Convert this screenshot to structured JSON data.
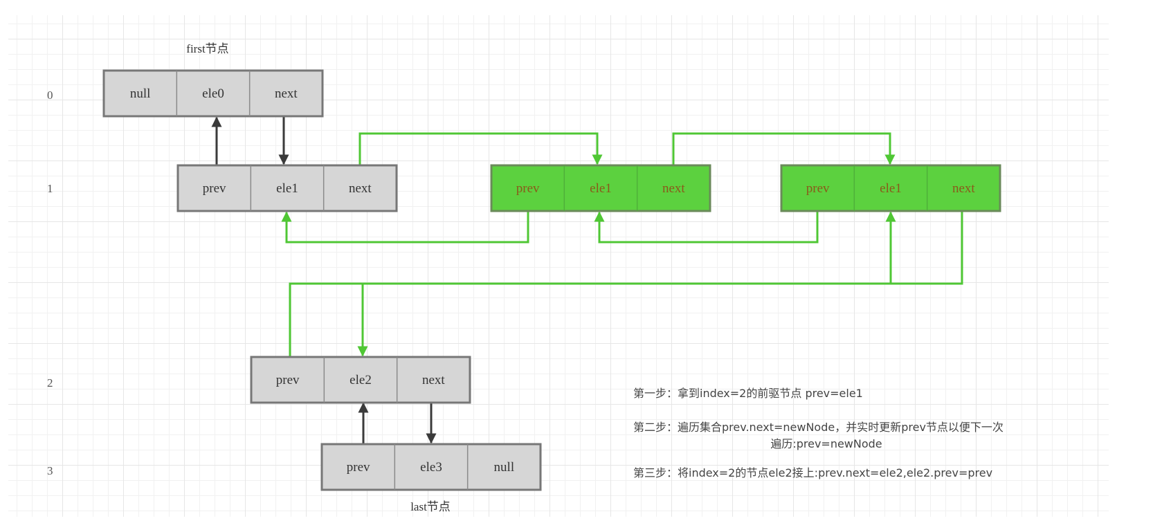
{
  "title": "LinkedList addAll(index) insertion diagram",
  "colors": {
    "node_fill": "#d6d6d6",
    "node_stroke": "#777777",
    "new_node_fill": "#5cd13f",
    "new_node_stroke": "#6a8a5a",
    "new_node_text": "#8a5a1a",
    "link_dark": "#3a3a3a",
    "link_green": "#4fc734"
  },
  "index_labels": [
    "0",
    "1",
    "2",
    "3"
  ],
  "node_labels": {
    "first": "first节点",
    "last": "last节点"
  },
  "nodes": [
    {
      "id": "node0",
      "kind": "existing",
      "cells": [
        "null",
        "ele0",
        "next"
      ]
    },
    {
      "id": "node1",
      "kind": "existing",
      "cells": [
        "prev",
        "ele1",
        "next"
      ]
    },
    {
      "id": "newA",
      "kind": "new",
      "cells": [
        "prev",
        "ele1",
        "next"
      ]
    },
    {
      "id": "newB",
      "kind": "new",
      "cells": [
        "prev",
        "ele1",
        "next"
      ]
    },
    {
      "id": "node2",
      "kind": "existing",
      "cells": [
        "prev",
        "ele2",
        "next"
      ]
    },
    {
      "id": "node3",
      "kind": "existing",
      "cells": [
        "prev",
        "ele3",
        "null"
      ]
    }
  ],
  "links": [
    {
      "from": "node1.prev",
      "to": "node0.ele0",
      "color": "dark"
    },
    {
      "from": "node0.next",
      "to": "node1.ele1",
      "color": "dark"
    },
    {
      "from": "node1.next",
      "to": "newA.ele1",
      "color": "green"
    },
    {
      "from": "newA.prev",
      "to": "node1.ele1",
      "color": "green"
    },
    {
      "from": "newA.next",
      "to": "newB.ele1",
      "color": "green"
    },
    {
      "from": "newB.prev",
      "to": "newA.ele1",
      "color": "green"
    },
    {
      "from": "newB.next",
      "to": "node2.ele2",
      "color": "green"
    },
    {
      "from": "node2.prev",
      "to": "newB.ele1",
      "color": "green"
    },
    {
      "from": "node3.prev",
      "to": "node2.ele2",
      "color": "dark"
    },
    {
      "from": "node2.next",
      "to": "node3.ele3",
      "color": "dark"
    }
  ],
  "notes": {
    "step1": "第一步：拿到index=2的前驱节点 prev=ele1",
    "step2_line1": "第二步：遍历集合prev.next=newNode，并实时更新prev节点以便下一次",
    "step2_line2": "遍历:prev=newNode",
    "step3": "第三步：将index=2的节点ele2接上:prev.next=ele2,ele2.prev=prev"
  }
}
